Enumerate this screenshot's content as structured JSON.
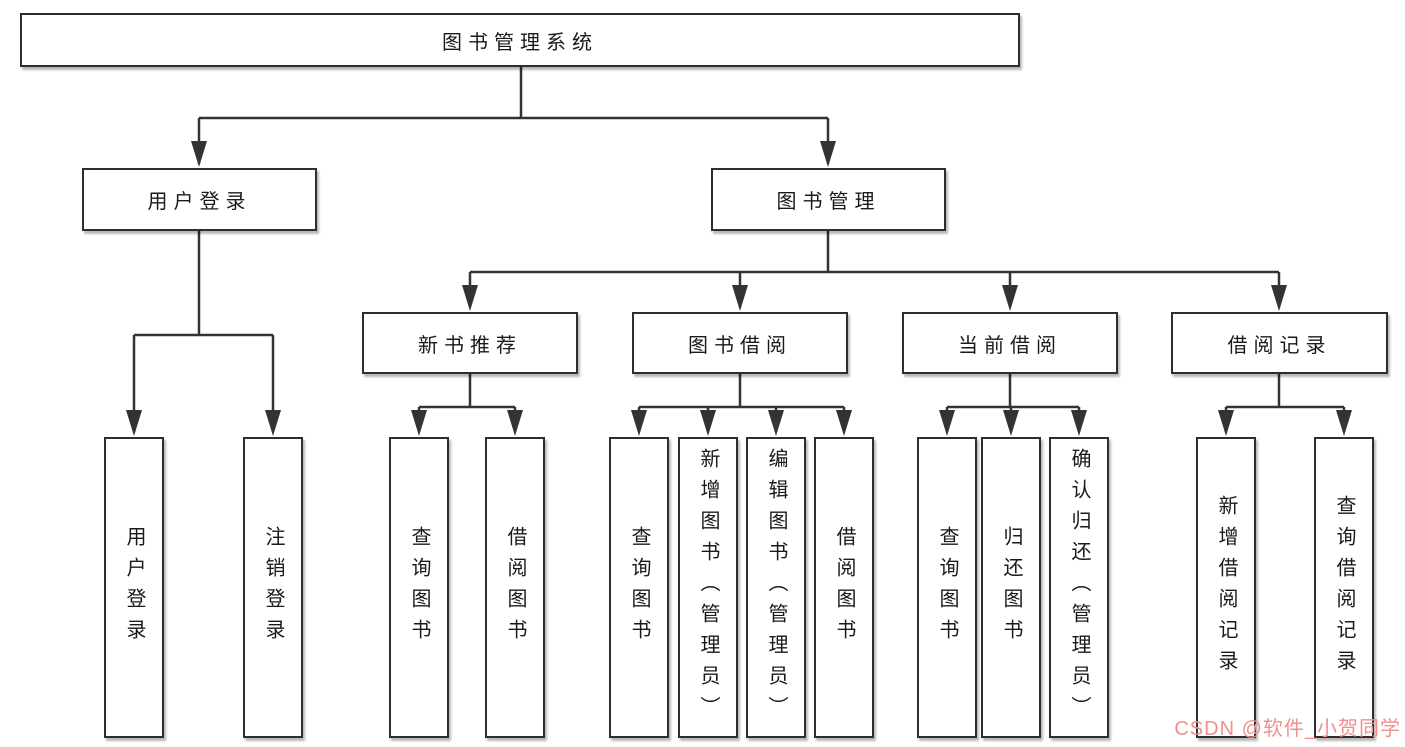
{
  "tree": {
    "root": "图书管理系统",
    "children": [
      {
        "label": "用户登录",
        "children": [
          {
            "label": "用户登录"
          },
          {
            "label": "注销登录"
          }
        ]
      },
      {
        "label": "图书管理",
        "children": [
          {
            "label": "新书推荐",
            "children": [
              {
                "label": "查询图书"
              },
              {
                "label": "借阅图书"
              }
            ]
          },
          {
            "label": "图书借阅",
            "children": [
              {
                "label": "查询图书"
              },
              {
                "label": "新增图书（管理员）"
              },
              {
                "label": "编辑图书（管理员）"
              },
              {
                "label": "借阅图书"
              }
            ]
          },
          {
            "label": "当前借阅",
            "children": [
              {
                "label": "查询图书"
              },
              {
                "label": "归还图书"
              },
              {
                "label": "确认归还（管理员）"
              }
            ]
          },
          {
            "label": "借阅记录",
            "children": [
              {
                "label": "新增借阅记录"
              },
              {
                "label": "查询借阅记录"
              }
            ]
          }
        ]
      }
    ]
  },
  "watermark": {
    "text": "CSDN @软件_小贺同学"
  },
  "colors": {
    "line": "#333333",
    "box_border": "#2e2e2e",
    "box_fill": "#ffffff",
    "text": "#1a1a1a",
    "watermark": "#f08f8f",
    "background": "#ffffff"
  }
}
